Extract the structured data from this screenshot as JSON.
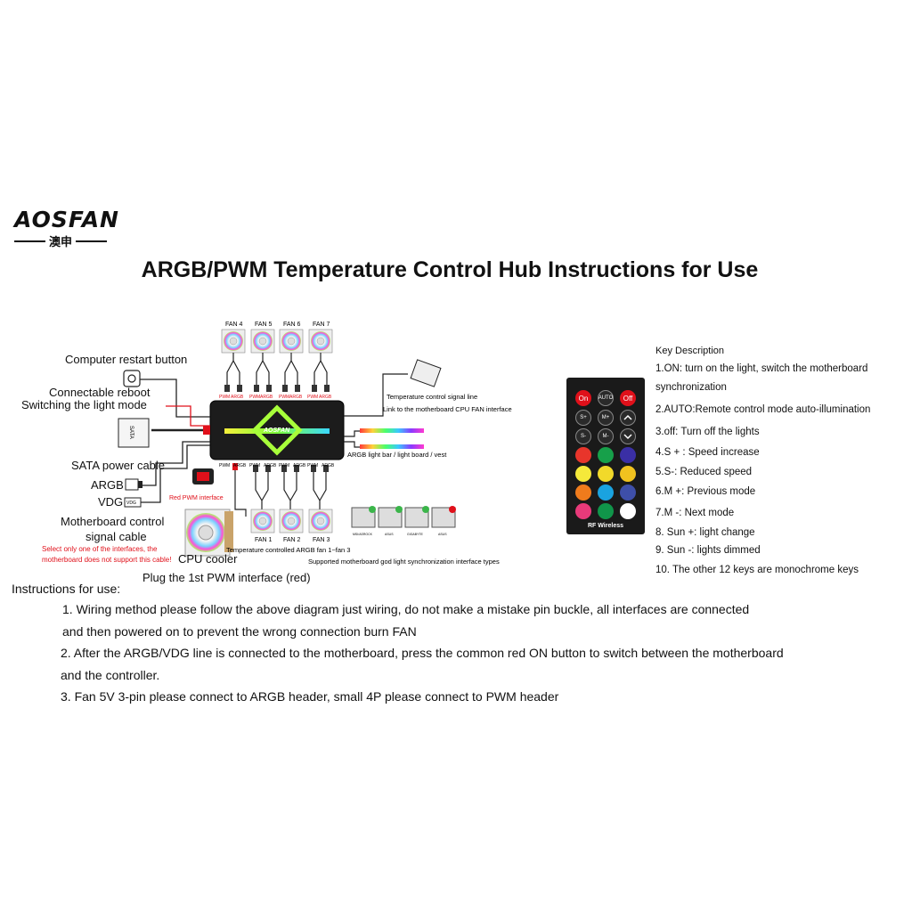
{
  "brand": {
    "name": "AOSFAN",
    "sub": "澳申"
  },
  "title": "ARGB/PWM Temperature Control Hub Instructions for Use",
  "diagram": {
    "labels": {
      "restart": "Computer restart button",
      "reboot": "Connectable reboot",
      "switch_mode": "Switching the light mode",
      "sata": "SATA power cable",
      "argb": "ARGB",
      "vdg": "VDG",
      "mb_control": "Motherboard control",
      "signal_cable": "signal cable",
      "select_note_1": "Select only one of the interfaces, the",
      "select_note_2": "motherboard does not support this cable!",
      "red_pwm": "Red PWM interface",
      "cpu_cooler": "CPU cooler",
      "plug_first": "Plug the 1st PWM interface (red)",
      "temp_signal": "Temperature control signal line",
      "link_mb": "Link to the motherboard CPU FAN interface",
      "light_bar": "ARGB light bar / light board / vest",
      "temp_fans": "Temperature controlled ARGB fan 1~fan 3",
      "supported": "Supported motherboard god light synchronization interface types",
      "hub_logo": "AOSFAN",
      "sata_tag": "SATA",
      "vdg_tag": "VDG"
    },
    "fans_top": [
      "FAN 4",
      "FAN 5",
      "FAN 6",
      "FAN 7"
    ],
    "fans_bottom": [
      "FAN 1",
      "FAN 2",
      "FAN 3"
    ],
    "port_label_pairs": [
      "PWM",
      "ARGB"
    ],
    "brands": [
      "MSI/ASROCK",
      "ASUS",
      "GIGABYTE",
      "ASUS"
    ]
  },
  "remote": {
    "buttons_row1": [
      "On",
      "AUTO",
      "Off"
    ],
    "buttons_row2": [
      "S+",
      "M+",
      ""
    ],
    "buttons_row3": [
      "S-",
      "M-",
      ""
    ],
    "rf_label": "RF Wireless",
    "colors": [
      "#e8352b",
      "#17a04a",
      "#3a2fa5",
      "#f5e93a",
      "#f2d92a",
      "#f0c21f",
      "#ef7b1c",
      "#1aa3e0",
      "#3e4fa8",
      "#e83a7a",
      "#10954a",
      "#ffffff"
    ]
  },
  "keys": {
    "title": "Key Description",
    "items": [
      "1.ON: turn on the light, switch the motherboard",
      "synchronization",
      "2.AUTO:Remote control mode auto-illumination",
      "3.off: Turn off the lights",
      "4.S + : Speed increase",
      "5.S-: Reduced speed",
      "6.M +: Previous mode",
      "7.M -: Next mode",
      "8. Sun +: light change",
      "9. Sun -: lights dimmed",
      "10. The other 12 keys are monochrome keys"
    ]
  },
  "instructions": {
    "heading": "Instructions for use:",
    "lines": [
      "1. Wiring method please follow the above diagram just wiring, do not make a mistake pin buckle, all interfaces are connected",
      "and then powered on to prevent the wrong connection burn FAN",
      "2. After the ARGB/VDG line is connected to the motherboard, press the common red ON button to switch between the motherboard",
      "and the controller.",
      "3. Fan 5V 3-pin please connect to ARGB header, small 4P please connect to PWM header"
    ]
  }
}
